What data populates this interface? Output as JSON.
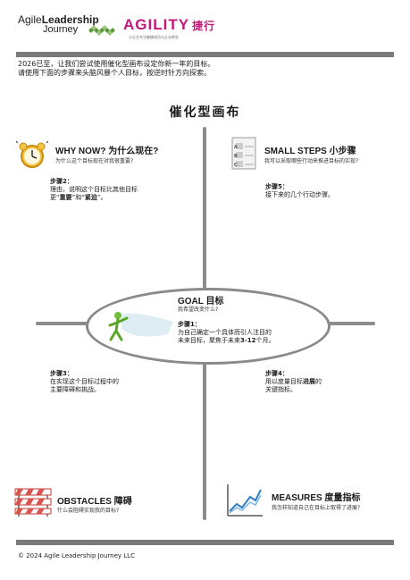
{
  "header": {
    "logo_left_line1a": "Agile",
    "logo_left_line1b": "Leadership",
    "logo_left_line2": "Journey",
    "logo_right": "AGILITY",
    "logo_right_cn": "捷行",
    "logo_right_sub": "小企业专注敏捷成功与企业转型"
  },
  "intro": {
    "line1": "2026已至，让我们尝试使用催化型画布设定你新一年的目标。",
    "line2": "请使用下面的步骤来头脑风暴个人目标，按逆时针方向探索。"
  },
  "canvas_title": "催化型画布",
  "quadrants": {
    "why_now": {
      "heading": "WHY NOW? 为什么现在?",
      "subtitle": "为什么这个目标现在对我很重要?"
    },
    "small_steps": {
      "heading": "SMALL STEPS 小步骤",
      "subtitle": "我可以采取哪些行动来推进目标的实现?"
    },
    "obstacles": {
      "heading": "OBSTACLES 障碍",
      "subtitle": "什么会阻碍实现我的目标?"
    },
    "measures": {
      "heading": "MEASURES 度量指标",
      "subtitle": "我怎样知道自己在目标上取得了进展?"
    }
  },
  "goal": {
    "heading": "GOAL 目标",
    "subtitle": "我希望改变什么?"
  },
  "steps": {
    "s1": {
      "label": "步骤1：",
      "line1": "为自己确定一个具体而引人注目的",
      "line2a": "未来目标，聚焦于未来",
      "line2b": "3-12",
      "line2c": "个月。"
    },
    "s2": {
      "label": "步骤2：",
      "line1": "理由，说明这个目标比其他目标",
      "line2a": "更“",
      "line2b": "重要",
      "line2c": "”和“",
      "line2d": "紧迫",
      "line2e": "”。"
    },
    "s3": {
      "label": "步骤3：",
      "line1": "在实现这个目标过程中的",
      "line2": "主要障碍和挑战。"
    },
    "s4": {
      "label": "步骤4：",
      "line1a": "用以度量目标",
      "line1b": "进展",
      "line1c": "的",
      "line2": "关键指标。"
    },
    "s5": {
      "label": "步骤5：",
      "line1": "接下来的几个行动步骤。"
    }
  },
  "checklist_letters": [
    "A",
    "B",
    "C"
  ],
  "footer": "© 2024 Agile Leadership Journey LLC",
  "colors": {
    "accent": "#c2187a",
    "logo_green": "#5a9a3a",
    "divider": "#7a7a7a"
  }
}
